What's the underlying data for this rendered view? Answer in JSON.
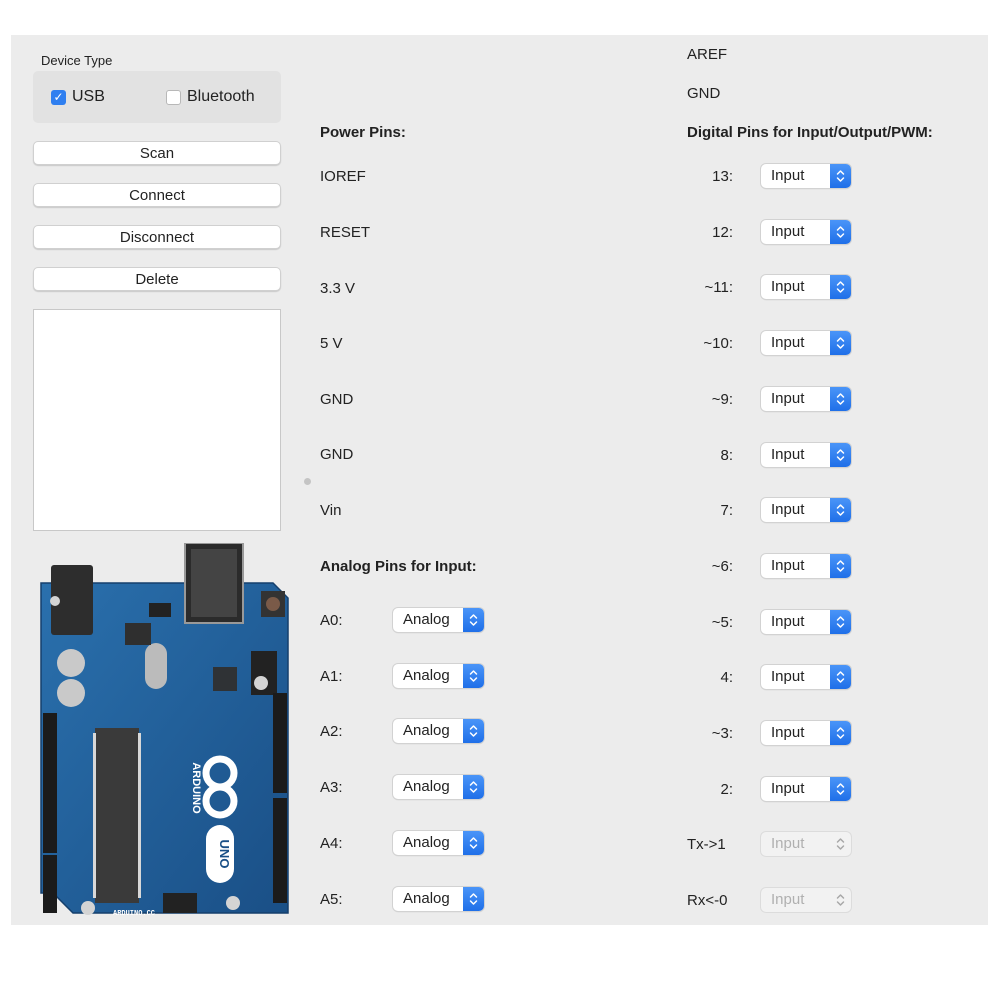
{
  "device_type": {
    "title": "Device Type",
    "options": [
      {
        "label": "USB",
        "checked": true
      },
      {
        "label": "Bluetooth",
        "checked": false
      }
    ]
  },
  "buttons": {
    "scan": "Scan",
    "connect": "Connect",
    "disconnect": "Disconnect",
    "delete": "Delete"
  },
  "device_list": [],
  "board_image": {
    "alt": "Arduino UNO board",
    "labels": {
      "brand": "ARDUINO",
      "model": "UNO",
      "site": "ARDUINO.CC"
    }
  },
  "power": {
    "heading": "Power Pins:",
    "pins": [
      "IOREF",
      "RESET",
      "3.3 V",
      "5 V",
      "GND",
      "GND",
      "Vin"
    ]
  },
  "analog": {
    "heading": "Analog Pins for Input:",
    "pins": [
      {
        "label": "A0:",
        "value": "Analog"
      },
      {
        "label": "A1:",
        "value": "Analog"
      },
      {
        "label": "A2:",
        "value": "Analog"
      },
      {
        "label": "A3:",
        "value": "Analog"
      },
      {
        "label": "A4:",
        "value": "Analog"
      },
      {
        "label": "A5:",
        "value": "Analog"
      }
    ]
  },
  "top_right": {
    "aref": "AREF",
    "gnd": "GND"
  },
  "digital": {
    "heading": "Digital Pins for Input/Output/PWM:",
    "pins": [
      {
        "label": "13:",
        "value": "Input",
        "enabled": true
      },
      {
        "label": "12:",
        "value": "Input",
        "enabled": true
      },
      {
        "label": "~11:",
        "value": "Input",
        "enabled": true
      },
      {
        "label": "~10:",
        "value": "Input",
        "enabled": true
      },
      {
        "label": "~9:",
        "value": "Input",
        "enabled": true
      },
      {
        "label": "8:",
        "value": "Input",
        "enabled": true
      },
      {
        "label": "7:",
        "value": "Input",
        "enabled": true
      },
      {
        "label": "~6:",
        "value": "Input",
        "enabled": true
      },
      {
        "label": "~5:",
        "value": "Input",
        "enabled": true
      },
      {
        "label": "4:",
        "value": "Input",
        "enabled": true
      },
      {
        "label": "~3:",
        "value": "Input",
        "enabled": true
      },
      {
        "label": "2:",
        "value": "Input",
        "enabled": true
      },
      {
        "label": "Tx->1",
        "value": "Input",
        "enabled": false
      },
      {
        "label": "Rx<-0",
        "value": "Input",
        "enabled": false
      }
    ]
  },
  "colors": {
    "accent": "#2f7ff0",
    "window_bg": "#ececec",
    "board_blue": "#1f5f9a"
  }
}
